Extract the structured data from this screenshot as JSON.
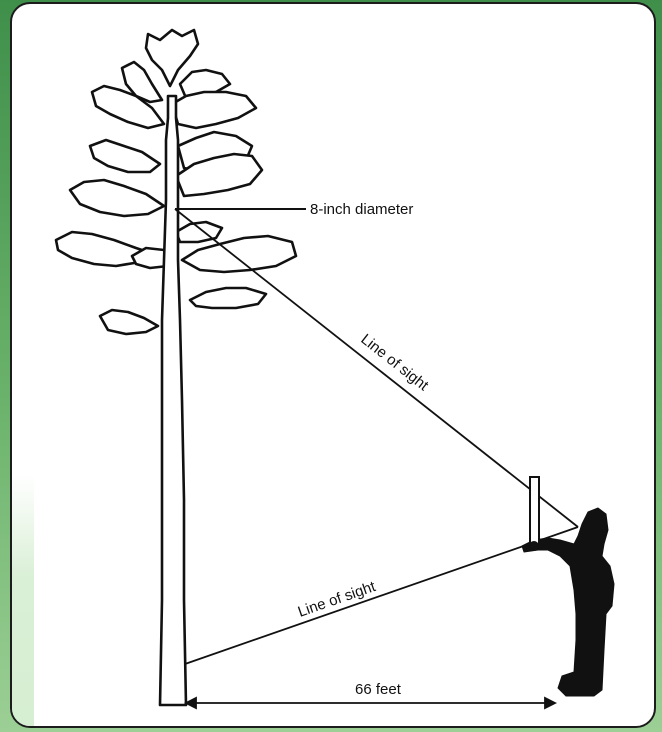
{
  "labels": {
    "diameter": "8-inch diameter",
    "line_of_sight_upper": "Line of sight",
    "line_of_sight_lower": "Line of sight",
    "distance": "66 feet"
  },
  "colors": {
    "ink": "#111111",
    "panel_background": "#ffffff",
    "border_green": "#4e9b55"
  }
}
